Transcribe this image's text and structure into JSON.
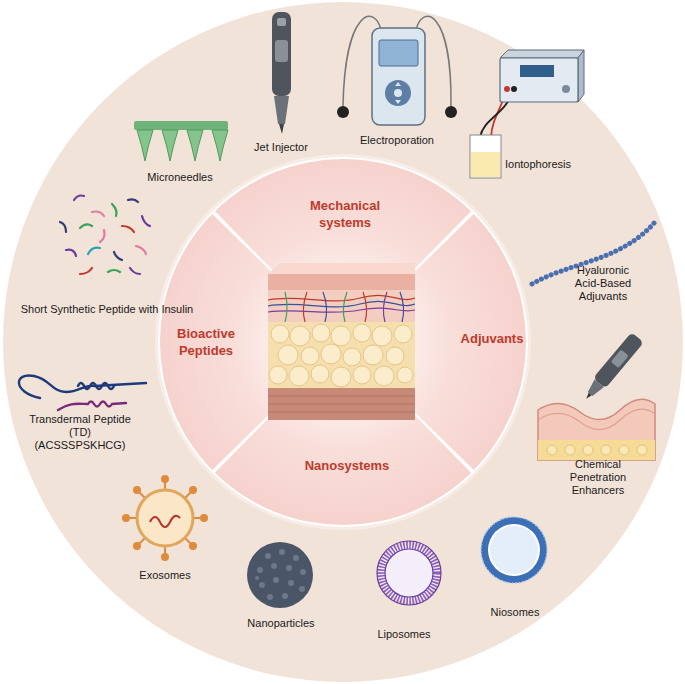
{
  "diagram": {
    "nodes": [
      {
        "text": [
          "Mechanical systems"
        ]
      },
      {
        "text": [
          "Bioactive Peptides"
        ]
      },
      {
        "text": [
          "Adjuvants"
        ]
      },
      {
        "text": [
          "Nanosystems"
        ]
      }
    ],
    "labels": [
      "Microneedles",
      "Jet Injector",
      "Electroporation",
      "Iontophoresis",
      "Hyaluronic Acid-Based Adjuvants",
      "Chemical Penetration Enhancers",
      "Niosomes",
      "Liposomes",
      "Nanoparticles",
      "Exosomes",
      "Transdermal Peptide (TD) (ACSSSPSKHCG)",
      "Short Synthetic Peptide with Insulin"
    ]
  }
}
